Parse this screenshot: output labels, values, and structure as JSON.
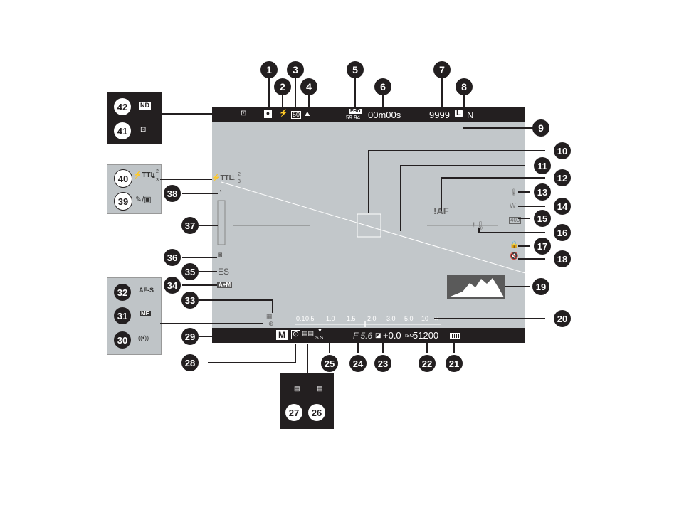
{
  "markers": [
    "1",
    "2",
    "3",
    "4",
    "5",
    "6",
    "7",
    "8",
    "9",
    "10",
    "11",
    "12",
    "13",
    "14",
    "15",
    "16",
    "17",
    "18",
    "19",
    "20",
    "21",
    "22",
    "23",
    "24",
    "25",
    "26",
    "27",
    "28",
    "29",
    "30",
    "31",
    "32",
    "33",
    "34",
    "35",
    "36",
    "37",
    "38",
    "39",
    "40",
    "41",
    "42"
  ],
  "top_bar": {
    "movie_mode": "FHD",
    "frame_rate": "59.94",
    "time": "00m00s",
    "shots_remaining": "9999",
    "image_size": "L",
    "image_quality": "N",
    "film_sim_badge": "50"
  },
  "flash": {
    "mode": "TTL",
    "compensation": "-1",
    "num": "2",
    "den": "3"
  },
  "distance_scale": [
    "0.1",
    "0.5",
    "1.0",
    "1.5",
    "2.0",
    "3.0",
    "5.0",
    "10",
    "∞"
  ],
  "bottom_bar": {
    "exposure_mode": "M",
    "shutter_label": "S.S.",
    "aperture": "F 5.6",
    "exposure_comp": "+0.0",
    "iso_label": "ISO",
    "iso_value": "51200"
  },
  "overlay": {
    "af_warning": "!AF",
    "shutter_type": "ES",
    "af_mode": "A+M",
    "iso_mini": "400"
  },
  "panels": {
    "top_left": {
      "nd_label": "ND"
    },
    "focus_mode_options": [
      "AF-S",
      "MF",
      "((•))"
    ],
    "flash_panel": {
      "mode": "TTL",
      "compensation": "-1",
      "num": "2",
      "den": "3"
    }
  },
  "colors": {
    "panel_dark": "#231f20",
    "viewfinder_bg": "#c2c7ca"
  }
}
